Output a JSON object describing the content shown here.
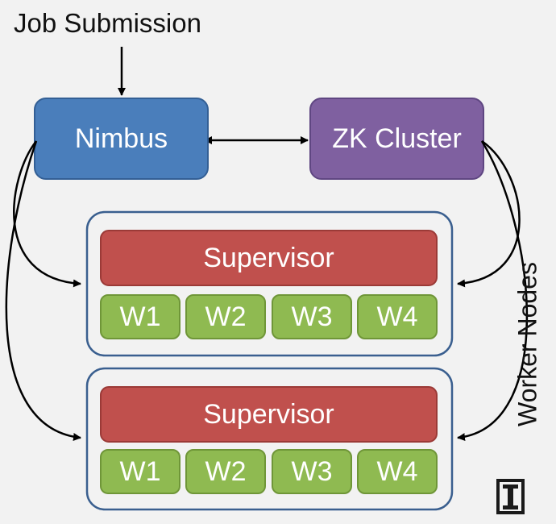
{
  "job_submission": "Job Submission",
  "nimbus": "Nimbus",
  "zk_cluster": "ZK Cluster",
  "worker_nodes_label": "Worker Nodes",
  "worker_nodes": [
    {
      "supervisor": "Supervisor",
      "workers": [
        "W1",
        "W2",
        "W3",
        "W4"
      ]
    },
    {
      "supervisor": "Supervisor",
      "workers": [
        "W1",
        "W2",
        "W3",
        "W4"
      ]
    }
  ],
  "logo": "I",
  "colors": {
    "nimbus": "#4a7ebb",
    "zk_cluster": "#7f60a0",
    "supervisor": "#c0504d",
    "worker": "#8fba51",
    "node_border": "#3a5f8f"
  }
}
